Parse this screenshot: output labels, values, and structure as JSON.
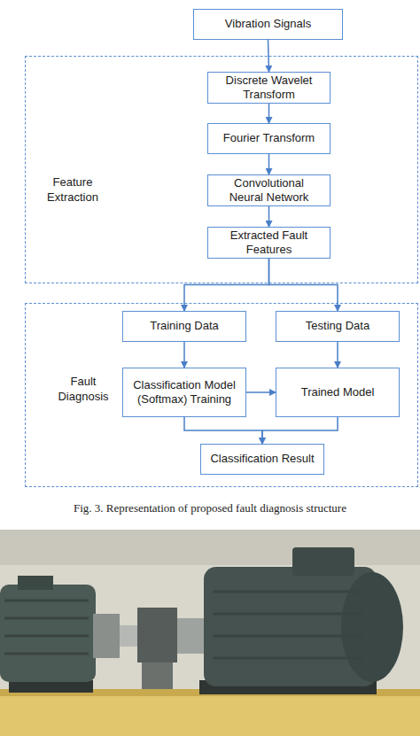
{
  "diagram": {
    "caption": "Fig. 3. Representation of proposed fault diagnosis structure",
    "nodes": [
      {
        "text": [
          "Vibration Signals"
        ]
      },
      {
        "text": [
          "Feature Extraction"
        ]
      },
      {
        "text": [
          "Discrete Wavelet Transform"
        ],
        "in": 1
      },
      {
        "text": [
          "Fourier Transform"
        ],
        "in": 1
      },
      {
        "text": [
          "Convolutional Neural Network"
        ],
        "in": 1
      },
      {
        "text": [
          "Extracted Fault Features"
        ],
        "in": 1
      },
      {
        "text": [
          "Fault Diagnosis"
        ]
      },
      {
        "text": [
          "Training Data"
        ],
        "in": 6
      },
      {
        "text": [
          "Testing Data"
        ],
        "in": 6
      },
      {
        "text": [
          "Classification Model (Softmax) Training"
        ],
        "in": 6
      },
      {
        "text": [
          "Trained Model"
        ],
        "in": 6
      },
      {
        "text": [
          "Classification Result"
        ],
        "in": 6
      }
    ],
    "edges": [
      {
        "from": 0,
        "to": 2,
        "arrow": "to"
      },
      {
        "from": 2,
        "to": 3,
        "arrow": "to"
      },
      {
        "from": 3,
        "to": 4,
        "arrow": "to"
      },
      {
        "from": 4,
        "to": 5,
        "arrow": "to"
      },
      {
        "from": 5,
        "to": 7,
        "arrow": "to"
      },
      {
        "from": 5,
        "to": 8,
        "arrow": "to"
      },
      {
        "from": 7,
        "to": 9,
        "arrow": "to"
      },
      {
        "from": 8,
        "to": 10,
        "arrow": "to"
      },
      {
        "from": 9,
        "to": 10,
        "arrow": "to"
      },
      {
        "from": 9,
        "to": 11,
        "arrow": "to"
      },
      {
        "from": 10,
        "to": 11,
        "arrow": "to"
      }
    ]
  }
}
